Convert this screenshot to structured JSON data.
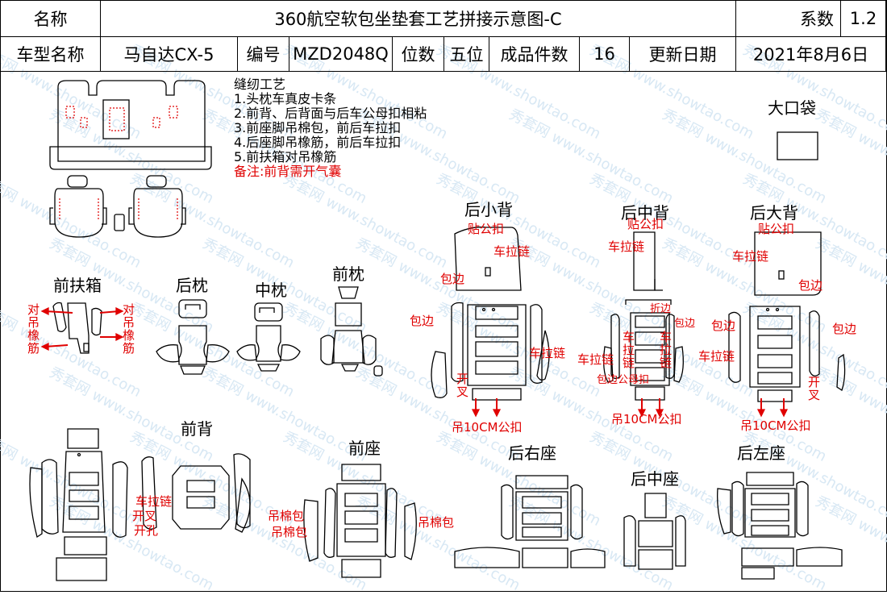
{
  "header": {
    "name_label": "名称",
    "title": "360航空软包坐垫套工艺拼接示意图-C",
    "series_label": "系数",
    "series_value": "1.2",
    "model_label": "车型名称",
    "model_value": "马自达CX-5",
    "code_label": "编号",
    "code_value": "MZD2048Q",
    "seat_label": "位数",
    "seat_value": "五位",
    "pieces_label": "成品件数",
    "pieces_value": "16",
    "date_label": "更新日期",
    "date_value": "2021年8月6日"
  },
  "notes": {
    "title": "缝纫工艺",
    "items": [
      "1.头枕车真皮卡条",
      "2.前背、后背面与后车公母扣相粘",
      "3.前座脚吊棉包，前后车拉扣",
      "4.后座脚吊橡筋，前后车拉扣",
      "5.前扶箱对吊橡筋"
    ],
    "remark": "备注:前背需开气囊"
  },
  "watermark": {
    "text_cn": "秀套网",
    "text_en": "www.showtao.com"
  },
  "parts": {
    "big_pocket": "大口袋",
    "front_armrest": "前扶箱",
    "rear_headrest": "后枕",
    "mid_headrest": "中枕",
    "front_headrest": "前枕",
    "rear_small_back": "后小背",
    "rear_mid_back": "后中背",
    "rear_big_back": "后大背",
    "front_back": "前背",
    "front_seat": "前座",
    "rear_right_seat": "后右座",
    "rear_mid_seat": "后中座",
    "rear_left_seat": "后左座"
  },
  "annotations": {
    "dui_diao_xiang_jin": "对吊橡筋",
    "tie_gong_kou": "贴公扣",
    "che_la_lian": "车拉链",
    "bao_bian": "包边",
    "kai_cha": "开叉",
    "diao_10cm": "吊10CM公扣",
    "zhe_bian": "折边",
    "bao_gong_mu_kou": "包边公母扣",
    "che_la_lian_vertical": "车拉链",
    "kai_kong": "开孔",
    "diao_mian_bao": "吊棉包"
  }
}
